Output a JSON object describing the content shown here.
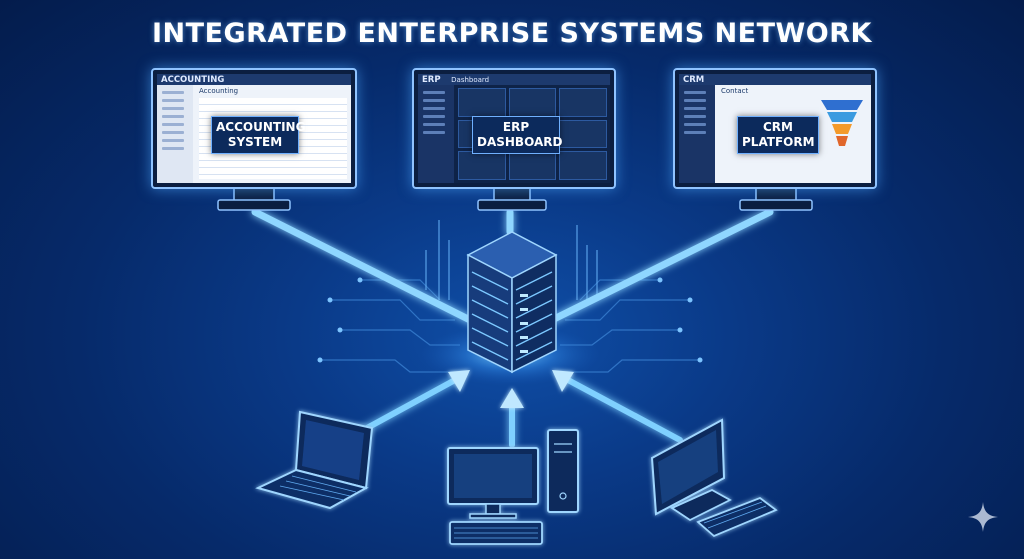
{
  "title": "INTEGRATED ENTERPRISE SYSTEMS NETWORK",
  "monitors": {
    "accounting": {
      "brand": "ACCOUNTING",
      "module": "Accounting",
      "label_line1": "ACCOUNTING",
      "label_line2": "SYSTEM"
    },
    "erp": {
      "brand": "ERP",
      "module": "Dashboard",
      "label_line1": "ERP",
      "label_line2": "DASHBOARD"
    },
    "crm": {
      "brand": "CRM",
      "module": "Contact",
      "label_line1": "CRM",
      "label_line2": "PLATFORM"
    }
  },
  "colors": {
    "background": "#0a3a88",
    "glow": "#8fd0ff",
    "line": "#6ec3ff",
    "accent_orange": "#f39a2b"
  },
  "icons": [
    "server-rack-icon",
    "laptop-icon",
    "desktop-pc-icon",
    "monitor-keyboard-icon",
    "sparkle-icon"
  ]
}
